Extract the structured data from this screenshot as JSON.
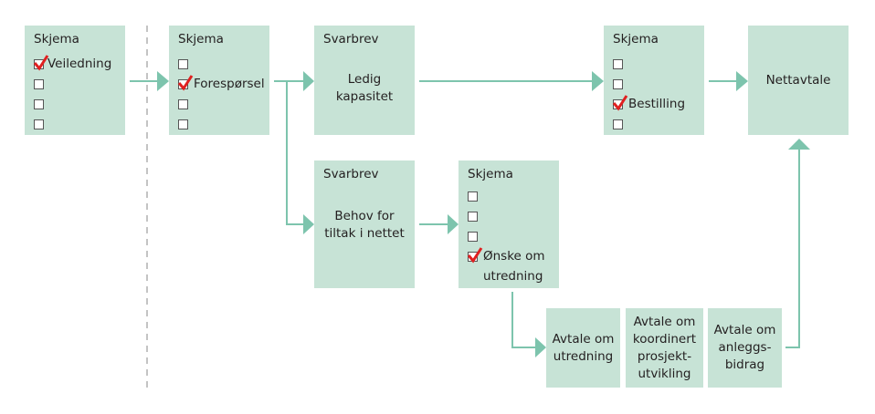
{
  "colors": {
    "box_fill": "#c7e3d6",
    "arrow": "#7dc4ad",
    "check": "#e02020",
    "dashed": "#888888"
  },
  "boxes": {
    "skjema1": {
      "header": "Skjema",
      "items": [
        {
          "label": "Veiledning",
          "checked": true
        },
        {
          "label": "",
          "checked": false
        },
        {
          "label": "",
          "checked": false
        },
        {
          "label": "",
          "checked": false
        }
      ]
    },
    "skjema2": {
      "header": "Skjema",
      "items": [
        {
          "label": "",
          "checked": false
        },
        {
          "label": "Forespørsel",
          "checked": true
        },
        {
          "label": "",
          "checked": false
        },
        {
          "label": "",
          "checked": false
        }
      ]
    },
    "svarbrev1": {
      "header": "Svarbrev",
      "text_lines": [
        "Ledig",
        "kapasitet"
      ]
    },
    "skjema3": {
      "header": "Skjema",
      "items": [
        {
          "label": "",
          "checked": false
        },
        {
          "label": "",
          "checked": false
        },
        {
          "label": "Bestilling",
          "checked": true
        },
        {
          "label": "",
          "checked": false
        }
      ]
    },
    "nettavtale": {
      "text": "Nettavtale"
    },
    "svarbrev2": {
      "header": "Svarbrev",
      "text_lines": [
        "Behov for",
        "tiltak i nettet"
      ]
    },
    "skjema4": {
      "header": "Skjema",
      "items": [
        {
          "label": "",
          "checked": false
        },
        {
          "label": "",
          "checked": false
        },
        {
          "label": "",
          "checked": false
        },
        {
          "label": "Ønske om",
          "label2": "utredning",
          "checked": true
        }
      ]
    },
    "avtale1": {
      "text_lines": [
        "Avtale om",
        "utredning"
      ]
    },
    "avtale2": {
      "text_lines": [
        "Avtale om",
        "koordinert",
        "prosjekt-",
        "utvikling"
      ]
    },
    "avtale3": {
      "text_lines": [
        "Avtale om",
        "anleggs-",
        "bidrag"
      ]
    }
  }
}
